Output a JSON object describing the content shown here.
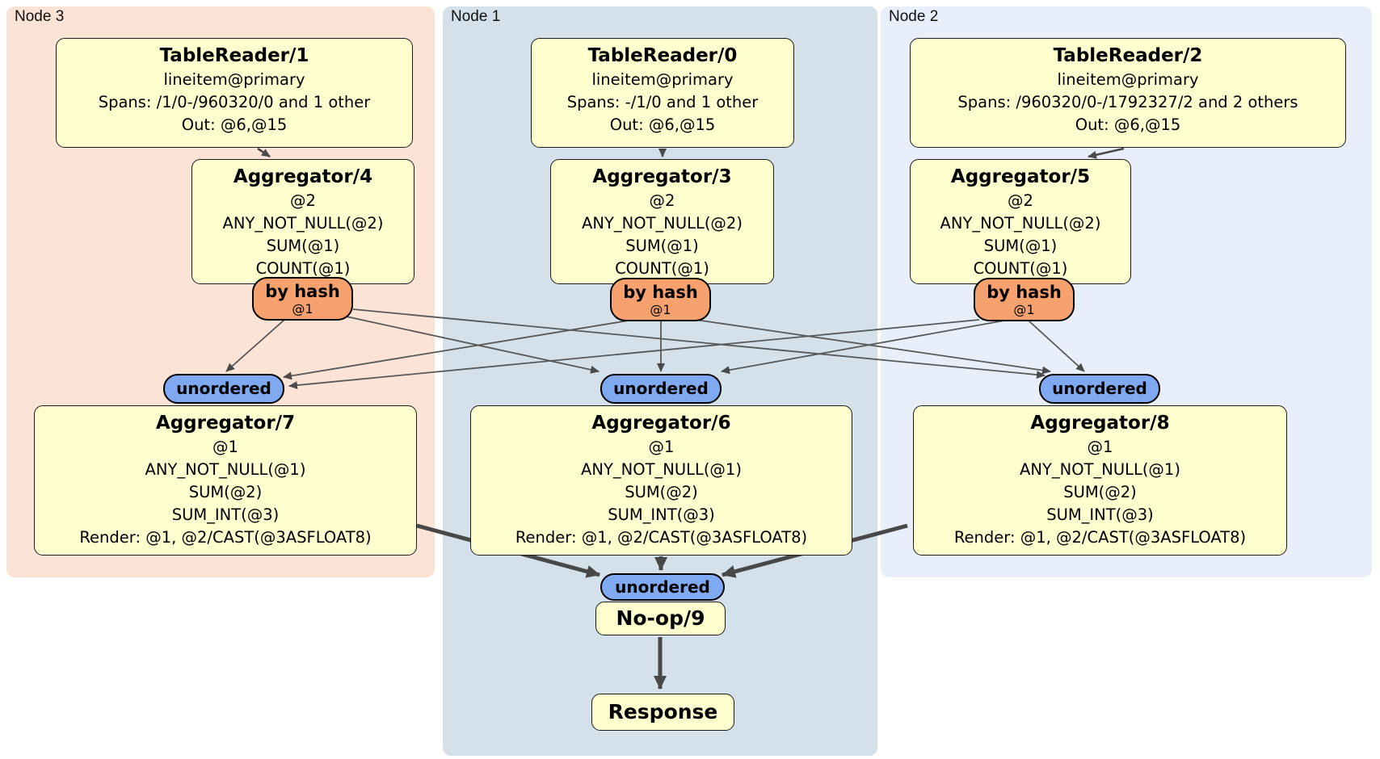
{
  "panels": [
    {
      "label": "Node 3",
      "color": "#FBE3D6"
    },
    {
      "label": "Node 1",
      "color": "#D4E1EA"
    },
    {
      "label": "Node 2",
      "color": "#E9EFFA"
    }
  ],
  "colors": {
    "node_box_fill": "#FEFECE",
    "hash_router_fill": "#F7A26E",
    "unordered_stream_fill": "#7FA9F0",
    "edge": "#4a4a4a"
  },
  "nodes": {
    "tr1": {
      "title": "TableReader/1",
      "lines": [
        "lineitem@primary",
        "Spans: /1/0-/960320/0 and 1 other",
        "Out: @6,@15"
      ]
    },
    "tr0": {
      "title": "TableReader/0",
      "lines": [
        "lineitem@primary",
        "Spans: -/1/0 and 1 other",
        "Out: @6,@15"
      ]
    },
    "tr2": {
      "title": "TableReader/2",
      "lines": [
        "lineitem@primary",
        "Spans: /960320/0-/1792327/2 and 2 others",
        "Out: @6,@15"
      ]
    },
    "agg4": {
      "title": "Aggregator/4",
      "lines": [
        "@2",
        "ANY_NOT_NULL(@2)",
        "SUM(@1)",
        "COUNT(@1)"
      ]
    },
    "agg3": {
      "title": "Aggregator/3",
      "lines": [
        "@2",
        "ANY_NOT_NULL(@2)",
        "SUM(@1)",
        "COUNT(@1)"
      ]
    },
    "agg5": {
      "title": "Aggregator/5",
      "lines": [
        "@2",
        "ANY_NOT_NULL(@2)",
        "SUM(@1)",
        "COUNT(@1)"
      ]
    },
    "agg7": {
      "title": "Aggregator/7",
      "lines": [
        "@1",
        "ANY_NOT_NULL(@1)",
        "SUM(@2)",
        "SUM_INT(@3)",
        "Render: @1, @2/CAST(@3ASFLOAT8)"
      ]
    },
    "agg6": {
      "title": "Aggregator/6",
      "lines": [
        "@1",
        "ANY_NOT_NULL(@1)",
        "SUM(@2)",
        "SUM_INT(@3)",
        "Render: @1, @2/CAST(@3ASFLOAT8)"
      ]
    },
    "agg8": {
      "title": "Aggregator/8",
      "lines": [
        "@1",
        "ANY_NOT_NULL(@1)",
        "SUM(@2)",
        "SUM_INT(@3)",
        "Render: @1, @2/CAST(@3ASFLOAT8)"
      ]
    },
    "noop": {
      "title": "No-op/9"
    },
    "response": {
      "title": "Response"
    }
  },
  "routers": {
    "hash_label": "by hash",
    "hash_sub": "@1",
    "unordered_label": "unordered"
  }
}
